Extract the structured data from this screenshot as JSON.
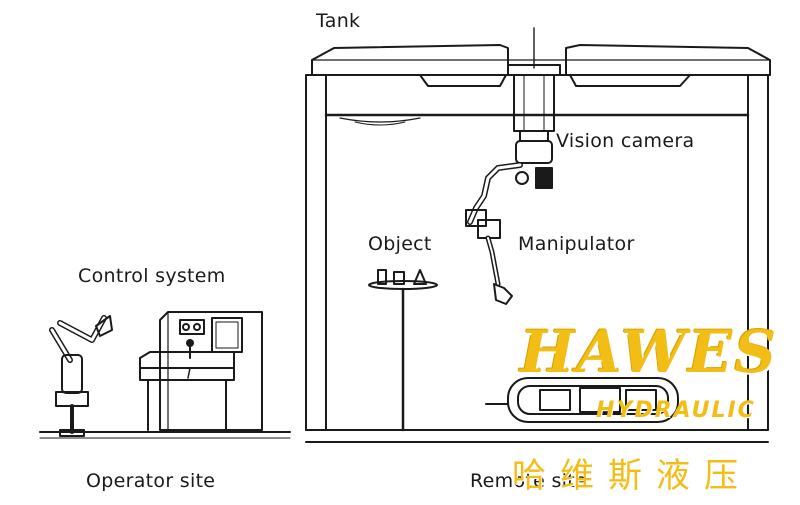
{
  "labels": {
    "tank": "Tank",
    "vision_camera": "Vision camera",
    "object": "Object",
    "manipulator": "Manipulator",
    "control_system": "Control system",
    "operator_site": "Operator site",
    "remote_site": "Remote site"
  },
  "watermark": {
    "brand": "HAWES",
    "sub": "HYDRAULIC",
    "chinese": "哈维斯液压",
    "color": "#f2bd14"
  },
  "colors": {
    "line": "#1a1a1a",
    "background": "#ffffff"
  }
}
